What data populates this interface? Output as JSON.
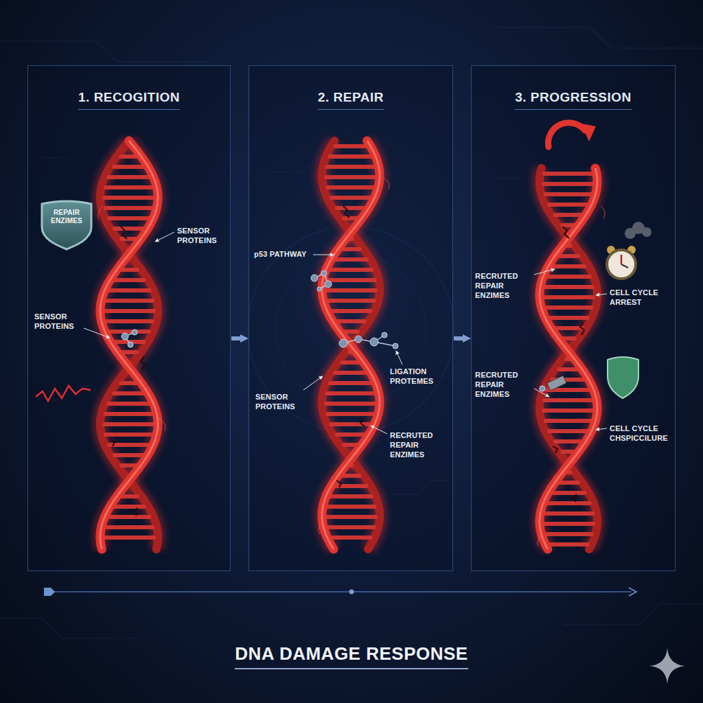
{
  "diagram": {
    "title": "DNA DAMAGE RESPONSE",
    "nodes": [
      {
        "text": [
          "1. RECOGITION"
        ]
      },
      {
        "text": [
          "REPAIR ENZIMES"
        ],
        "in": 0
      },
      {
        "text": [
          "2. REPAIR"
        ]
      },
      {
        "text": [
          "3. PROGRESSION"
        ]
      }
    ],
    "edges": [
      {
        "from": 0,
        "to": 2,
        "arrow": "to"
      },
      {
        "from": 2,
        "to": 3,
        "arrow": "to"
      }
    ],
    "labels": [
      "SENSOR PROTEINS",
      "SENSOR PROTEINS",
      "p53 PATHWAY",
      "LIGATION PROTEMES",
      "SENSOR PROTEINS",
      "RECRUTED REPAIR ENZIMES",
      "RECRUTED REPAIR ENZIMES",
      "CELL CYCLE ARREST",
      "RECRUTED REPAIR ENZIMES",
      "CELL CYCLE CHSPICCILURE"
    ]
  }
}
